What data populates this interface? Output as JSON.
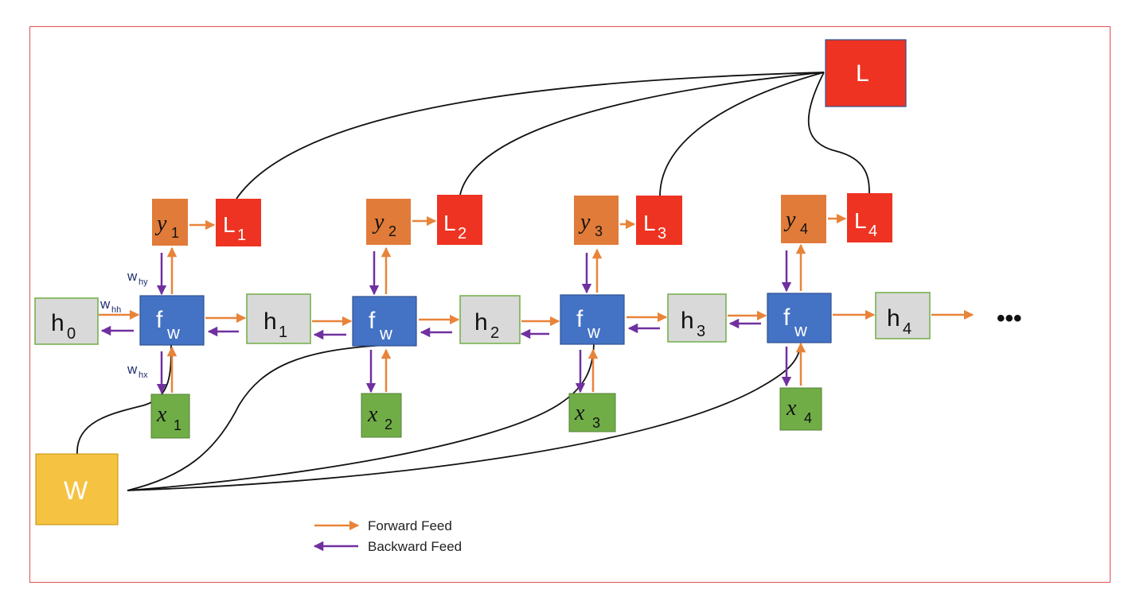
{
  "colors": {
    "forward": "#e8843a",
    "backward": "#7030a0",
    "hidden_fill": "#d9d9d9",
    "hidden_stroke": "#70ad47",
    "fw_fill": "#4472c4",
    "y_fill": "#e07b39",
    "loss_fill": "#ee3322",
    "x_fill": "#70ad47",
    "w_fill": "#f5c242"
  },
  "labels": {
    "h": [
      "h",
      "h",
      "h",
      "h",
      "h"
    ],
    "h_sub": [
      "0",
      "1",
      "2",
      "3",
      "4"
    ],
    "f": "f",
    "f_sub": "w",
    "y": "y",
    "y_sub": [
      "1",
      "2",
      "3",
      "4"
    ],
    "loss": "L",
    "loss_sub": [
      "1",
      "2",
      "3",
      "4"
    ],
    "x": "x",
    "x_sub": [
      "1",
      "2",
      "3",
      "4"
    ],
    "total_loss": "L",
    "weights": "W",
    "ellipsis": "•••",
    "w_hy": "w",
    "w_hy_sub": "hy",
    "w_hh": "w",
    "w_hh_sub": "hh",
    "w_hx": "w",
    "w_hx_sub": "hx"
  },
  "legend": {
    "forward": "Forward Feed",
    "backward": "Backward Feed"
  }
}
